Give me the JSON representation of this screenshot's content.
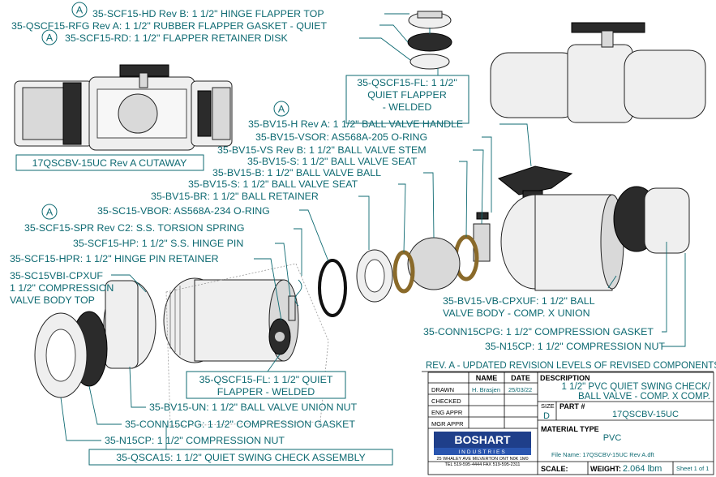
{
  "colors": {
    "callout": "#0e6a72",
    "line": "#000000",
    "part_grey": "#d9d9d9",
    "part_dark": "#2b2b2b"
  },
  "rev_marker": "A",
  "callouts": {
    "hinge_flapper_top": "35-SCF15-HD Rev B: 1 1/2\" HINGE FLAPPER TOP",
    "rubber_flapper_gasket": "35-QSCF15-RFG Rev A: 1 1/2\" RUBBER FLAPPER GASKET - QUIET",
    "flapper_retainer_disk": "35-SCF15-RD: 1 1/2\" FLAPPER RETAINER DISK",
    "quiet_flapper_top": [
      "35-QSCF15-FL: 1 1/2\"",
      "QUIET FLAPPER",
      "- WELDED"
    ],
    "cutaway": "17QSCBV-15UC Rev A CUTAWAY",
    "ball_valve_handle": "35-BV15-H Rev A: 1 1/2\" BALL VALVE HANDLE",
    "vsor": "35-BV15-VSOR: AS568A-205 O-RING",
    "valve_stem": "35-BV15-VS Rev B: 1 1/2\" BALL VALVE STEM",
    "valve_seat_1": "35-BV15-S: 1 1/2\" BALL VALVE SEAT",
    "valve_ball": "35-BV15-B: 1 1/2\" BALL VALVE BALL",
    "valve_seat_2": "35-BV15-S: 1 1/2\" BALL VALVE SEAT",
    "ball_retainer": "35-BV15-BR: 1 1/2\" BALL RETAINER",
    "vbor": "35-SC15-VBOR: AS568A-234 O-RING",
    "torsion_spring": "35-SCF15-SPR Rev C2: S.S. TORSION SPRING",
    "hinge_pin": "35-SCF15-HP: 1 1/2\" S.S. HINGE PIN",
    "hinge_pin_retainer": "35-SCF15-HPR: 1 1/2\" HINGE PIN RETAINER",
    "valve_body_top": [
      "35-SC15VBI-CPXUF",
      "1 1/2\" COMPRESSION",
      "VALVE BODY TOP"
    ],
    "ball_valve_body": [
      "35-BV15-VB-CPXUF: 1 1/2\" BALL",
      "VALVE BODY -  COMP. X UNION"
    ],
    "compression_gasket_right": "35-CONN15CPG: 1 1/2\" COMPRESSION GASKET",
    "compression_nut_right": "35-N15CP: 1 1/2\" COMPRESSION NUT",
    "quiet_flapper_bottom": [
      "35-QSCF15-FL: 1 1/2\" QUIET",
      "FLAPPER - WELDED"
    ],
    "union_nut": "35-BV15-UN: 1 1/2\" BALL VALVE UNION NUT",
    "compression_gasket_left": "35-CONN15CPG: 1 1/2\" COMPRESSION GASKET",
    "compression_nut_left": "35-N15CP: 1 1/2\" COMPRESSION NUT",
    "swing_check_assembly": "35-QSCA15: 1 1/2\" QUIET SWING CHECK ASSEMBLY"
  },
  "title_block": {
    "revision_note": "REV. A - UPDATED REVISION LEVELS OF REVISED COMPONENTS",
    "col_name": "NAME",
    "col_date": "DATE",
    "rows": [
      {
        "label": "DRAWN",
        "name": "H. Brasjen",
        "date": "25/03/22"
      },
      {
        "label": "CHECKED",
        "name": "",
        "date": ""
      },
      {
        "label": "ENG APPR",
        "name": "",
        "date": ""
      },
      {
        "label": "MGR APPR",
        "name": "",
        "date": ""
      }
    ],
    "description_label": "DESCRIPTION",
    "description": [
      "1 1/2\" PVC QUIET SWING CHECK/",
      "BALL VALVE - COMP. X COMP."
    ],
    "size_label": "SIZE",
    "size": "D",
    "part_label": "PART #",
    "part_number": "17QSCBV-15UC",
    "material_label": "MATERIAL TYPE",
    "material": "PVC",
    "company": "BOSHART",
    "company_sub": "INDUSTRIES",
    "address": "25 WHALEY AVE MILVERTON ONT N0K 1M0",
    "phone": "TEL 519-595-4444  FAX 519-595-2311",
    "file_name": "File Name: 17QSCBV-15UC Rev A.dft",
    "scale_label": "SCALE:",
    "weight_label": "WEIGHT:",
    "weight": "2.064 lbm",
    "sheet": "Sheet 1 of 1"
  }
}
